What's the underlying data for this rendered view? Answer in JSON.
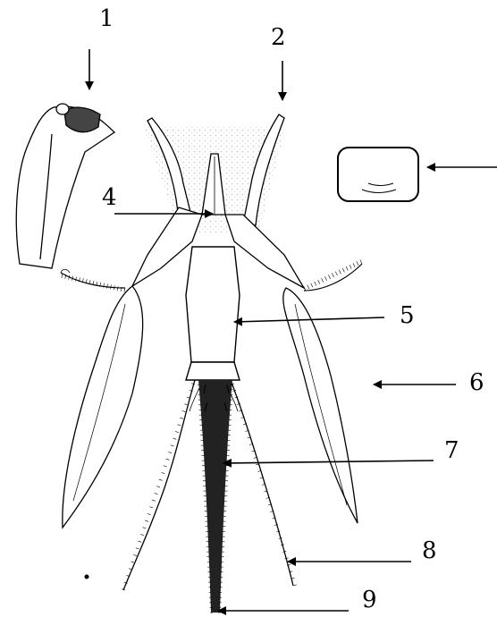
{
  "labels": {
    "l1": "1",
    "l2": "2",
    "l4": "4",
    "l5": "5",
    "l6": "6",
    "l7": "7",
    "l8": "8",
    "l9": "9"
  }
}
